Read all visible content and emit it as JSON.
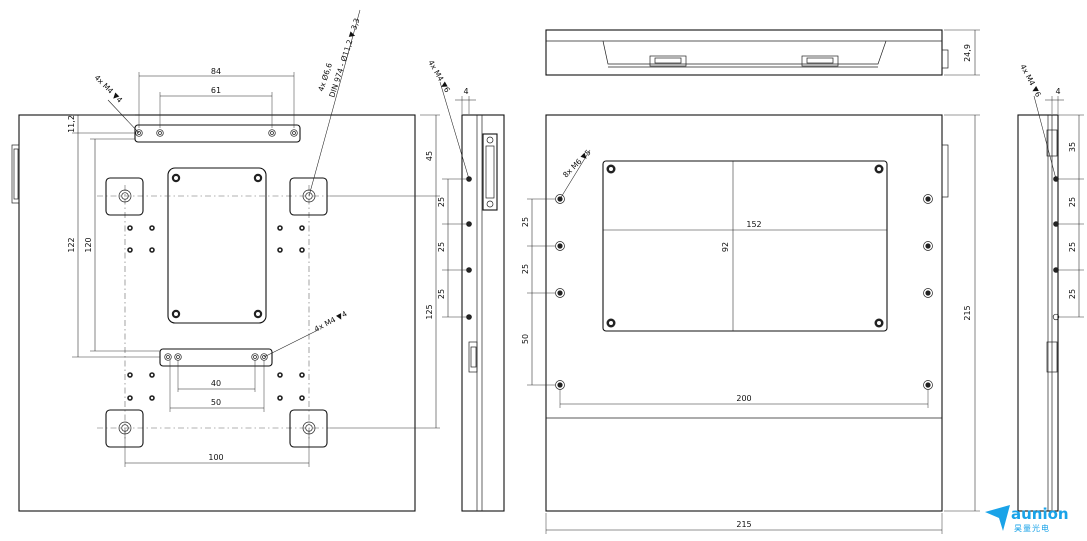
{
  "front_view": {
    "dims": {
      "w84": "84",
      "w61": "61",
      "w40": "40",
      "w50": "50",
      "w100": "100",
      "h11": "11,2",
      "h122": "122",
      "h120": "120",
      "h45": "45",
      "h25": "25",
      "h125": "125"
    },
    "callouts": {
      "m4_top": "4x M4 ▼4",
      "m4_mid": "4x M4 ▼4",
      "csink_1": "4x Ø6,6",
      "csink_2": "DIN 974 - Ø11,2 ▼ 3,3"
    }
  },
  "side_view_left": {
    "dims": {
      "w4": "4",
      "v25a": "25",
      "v25b": "25",
      "v25c": "25"
    },
    "callouts": {
      "m4": "4x M4 ▼6"
    }
  },
  "top_view": {
    "dims": {
      "h24_9": "24,9"
    }
  },
  "rear_view": {
    "dims": {
      "w152": "152",
      "h92": "92",
      "w200": "200",
      "w215": "215",
      "h215": "215",
      "v25a": "25",
      "v25b": "25",
      "v50": "50"
    },
    "callouts": {
      "m6": "8x M6 ▼5"
    }
  },
  "side_view_right": {
    "dims": {
      "w4": "4",
      "v35": "35",
      "v25a": "25",
      "v25b": "25",
      "v25c": "25"
    },
    "callouts": {
      "m4": "4x M4 ▼6"
    }
  },
  "logo": {
    "word": "aunion",
    "subtitle": "昊量光电",
    "color": "#1aa3e8"
  }
}
